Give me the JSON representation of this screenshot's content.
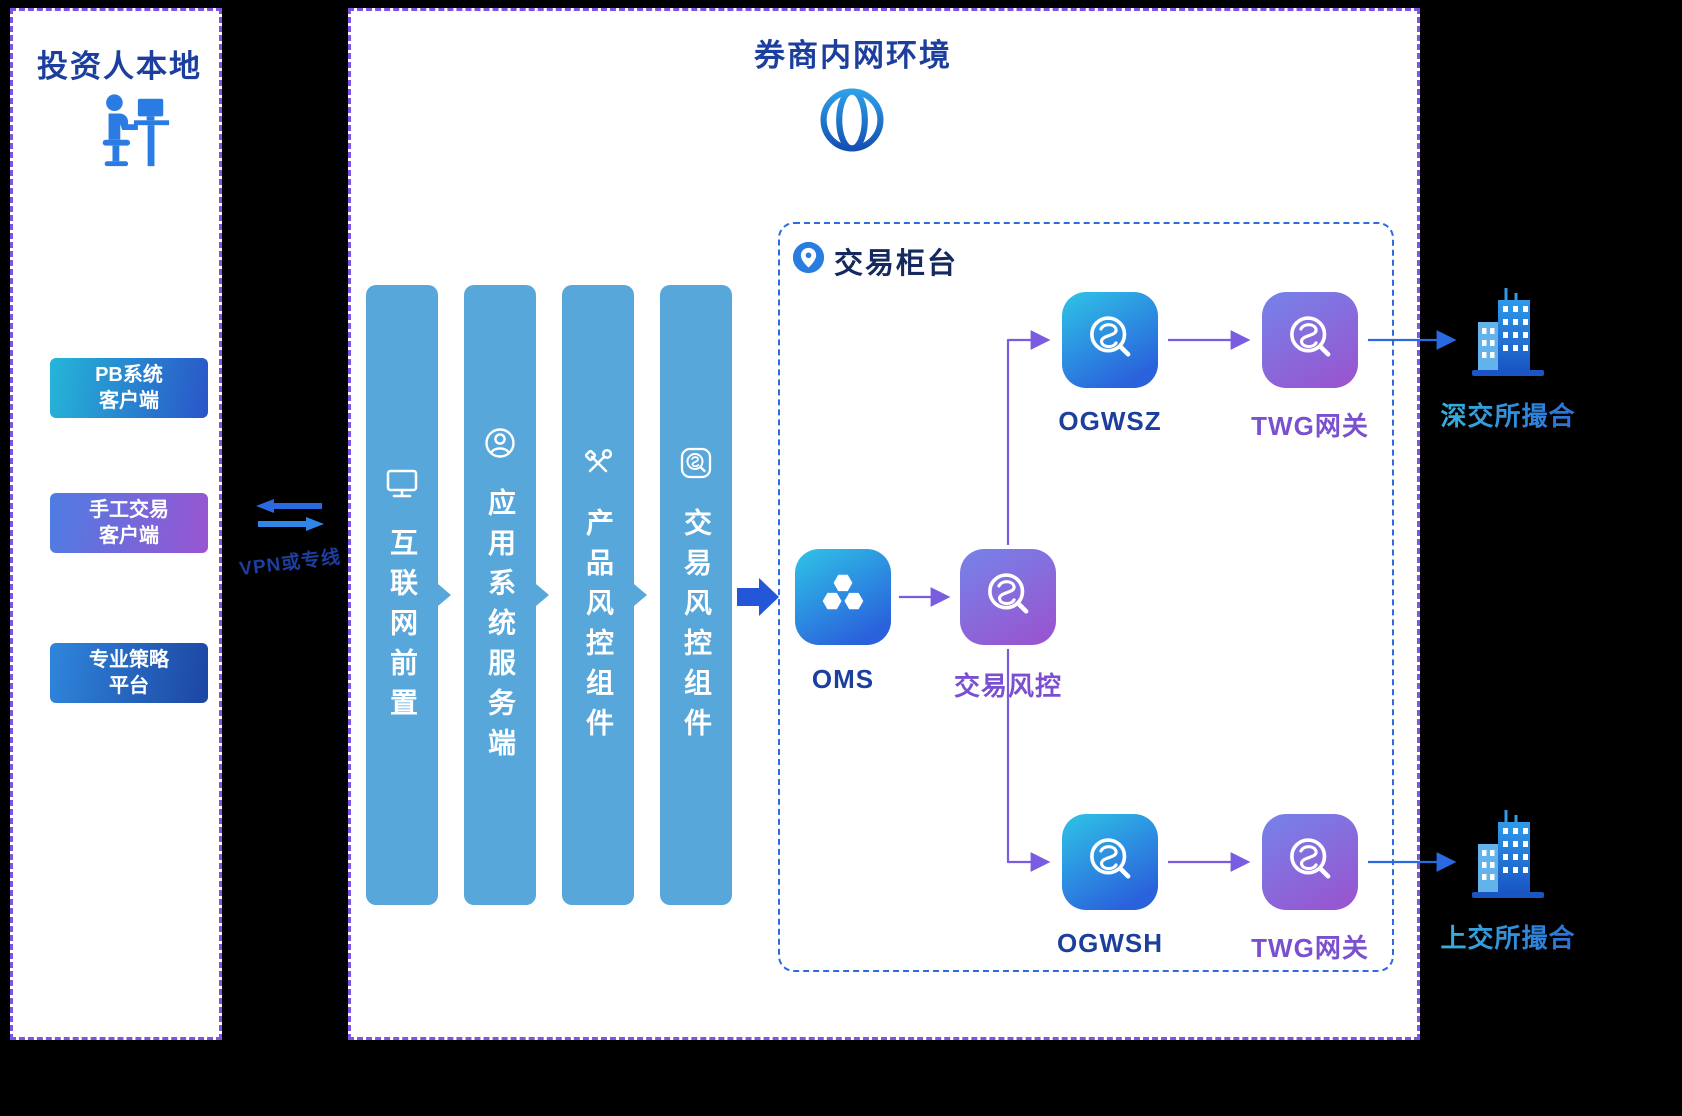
{
  "colors": {
    "outer_border": "#7e55e2",
    "counter_border": "#2e6be0",
    "pipeline_bar": "#58a7db",
    "navy_text": "#1c3f9e",
    "purple_text": "#7a4fd0",
    "arrow_purple": "#7a5ce0",
    "arrow_blue": "#2a6ae0",
    "tile_blue_gradient": [
      "#2fc4e6",
      "#2a62dc"
    ],
    "tile_purple_gradient": [
      "#7583e9",
      "#9b52ce"
    ]
  },
  "investor_panel": {
    "title": "投资人本地",
    "icon": "person-at-desk-icon",
    "clients": [
      {
        "id": "pb_client",
        "label": "PB系统\n客户端"
      },
      {
        "id": "manual_client",
        "label": "手工交易\n客户端"
      },
      {
        "id": "strategy_platform",
        "label": "专业策略\n平台"
      }
    ]
  },
  "link": {
    "label": "VPN或专线",
    "icon": "bidirectional-arrows-icon",
    "bidirectional": true
  },
  "broker_panel": {
    "title": "券商内网环境",
    "icon": "globe-icon",
    "pipeline": [
      {
        "id": "internet_front",
        "label": "互联网前置",
        "icon": "monitor-icon"
      },
      {
        "id": "app_server",
        "label": "应用系统服务端",
        "icon": "user-icon"
      },
      {
        "id": "product_risk",
        "label": "产品风控组件",
        "icon": "tools-icon"
      },
      {
        "id": "trade_risk_component",
        "label": "交易风控组件",
        "icon": "app-swirl-icon"
      }
    ],
    "counter": {
      "title": "交易柜台",
      "icon": "map-pin-icon",
      "nodes": [
        {
          "id": "oms",
          "label": "OMS",
          "icon": "hexagon-cluster-icon",
          "style": "blue"
        },
        {
          "id": "risk",
          "label": "交易风控",
          "icon": "swirl-magnifier-icon",
          "style": "purple"
        },
        {
          "id": "ogwsz",
          "label": "OGWSZ",
          "icon": "swirl-magnifier-icon",
          "style": "blue"
        },
        {
          "id": "twg_sz",
          "label": "TWG网关",
          "icon": "swirl-magnifier-icon",
          "style": "purple"
        },
        {
          "id": "ogwsh",
          "label": "OGWSH",
          "icon": "swirl-magnifier-icon",
          "style": "blue"
        },
        {
          "id": "twg_sh",
          "label": "TWG网关",
          "icon": "swirl-magnifier-icon",
          "style": "purple"
        }
      ]
    },
    "exchanges": [
      {
        "id": "szse",
        "label": "深交所撮合",
        "icon": "building-icon"
      },
      {
        "id": "sse",
        "label": "上交所撮合",
        "icon": "building-icon"
      }
    ],
    "edges": [
      {
        "from": "investor_panel",
        "to": "broker_panel",
        "label": "VPN或专线",
        "bidirectional": true
      },
      {
        "from": "pipeline",
        "to": "oms"
      },
      {
        "from": "oms",
        "to": "risk"
      },
      {
        "from": "risk",
        "to": "ogwsz"
      },
      {
        "from": "risk",
        "to": "ogwsh"
      },
      {
        "from": "ogwsz",
        "to": "twg_sz"
      },
      {
        "from": "ogwsh",
        "to": "twg_sh"
      },
      {
        "from": "twg_sz",
        "to": "szse"
      },
      {
        "from": "twg_sh",
        "to": "sse"
      }
    ]
  }
}
